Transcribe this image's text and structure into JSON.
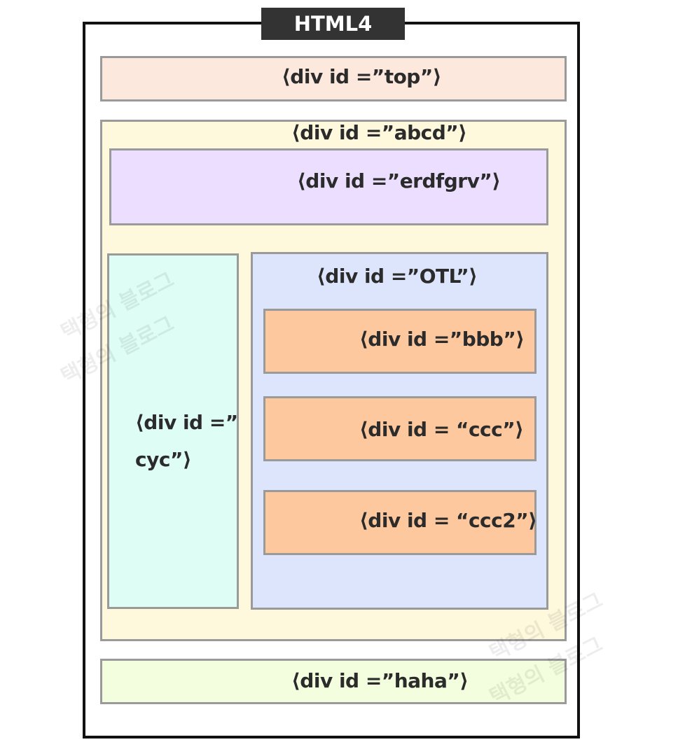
{
  "title": "HTML4",
  "colors": {
    "top": "#fde8de",
    "abcd": "#fef8dc",
    "erdfgrv": "#ebdefe",
    "cyc": "#defdf5",
    "OTL": "#dde5fd",
    "inner_orange": "#fdc89d",
    "haha": "#f3fede",
    "border": "#9a9a9a",
    "title_bg": "#333333"
  },
  "labels": {
    "top": "⟨div id =”top”⟩",
    "abcd": "⟨div id =”abcd”⟩",
    "erdfgrv": "⟨div id =”erdfgrv”⟩",
    "cyc_line1": "⟨div id =”",
    "cyc_line2": "cyc”⟩",
    "OTL": "⟨div id =”OTL”⟩",
    "bbb": "⟨div id =”bbb”⟩",
    "ccc": "⟨div id = “ccc”⟩",
    "ccc2": "⟨div id = “ccc2”⟩",
    "haha": "⟨div id =”haha”⟩"
  },
  "watermark": "택형의 블로그"
}
